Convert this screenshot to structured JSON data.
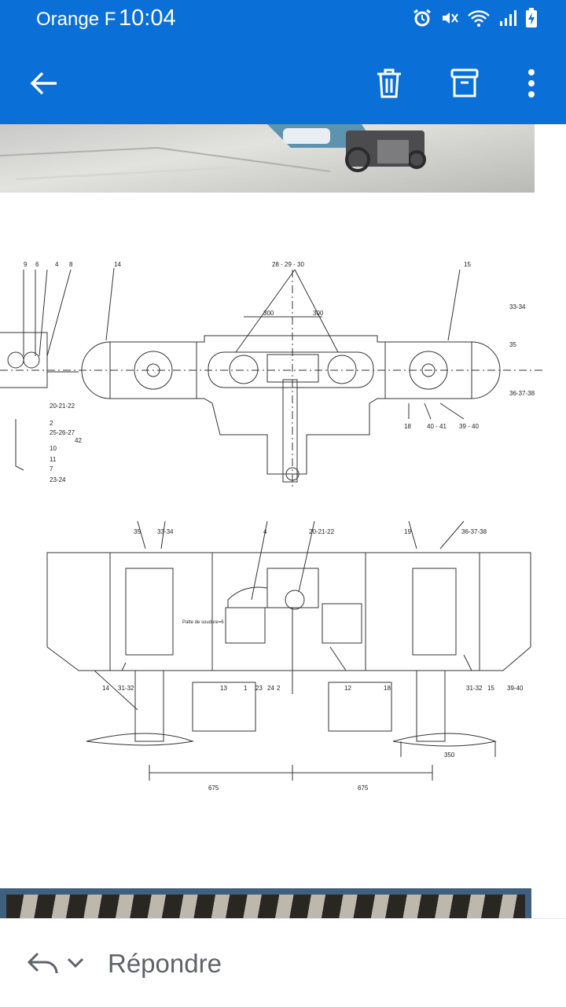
{
  "status_bar": {
    "carrier": "Orange F",
    "time": "10:04"
  },
  "app_bar": {
    "back": "arrow-left-icon",
    "actions": [
      "trash-icon",
      "archive-icon",
      "more-vert-icon"
    ],
    "color": "#0a6fd6"
  },
  "drawing": {
    "top_labels": [
      "9",
      "6",
      "4",
      "8",
      "14",
      "28-29-30",
      "15",
      "33-34",
      "35",
      "36-37-38",
      "20-21-22",
      "2",
      "25-26-27",
      "42",
      "10",
      "11",
      "7",
      "23-24",
      "18",
      "40-41",
      "39-40",
      "300",
      "300"
    ],
    "bottom_labels": [
      "35",
      "33-34",
      "4",
      "20-21-22",
      "19",
      "36-37-38",
      "14",
      "31-32",
      "13",
      "1",
      "23",
      "24",
      "2",
      "12",
      "18",
      "31-32",
      "15",
      "39-40",
      "Patte de soudure=6",
      "675",
      "675",
      "350"
    ]
  },
  "reply_bar": {
    "label": "Répondre"
  }
}
